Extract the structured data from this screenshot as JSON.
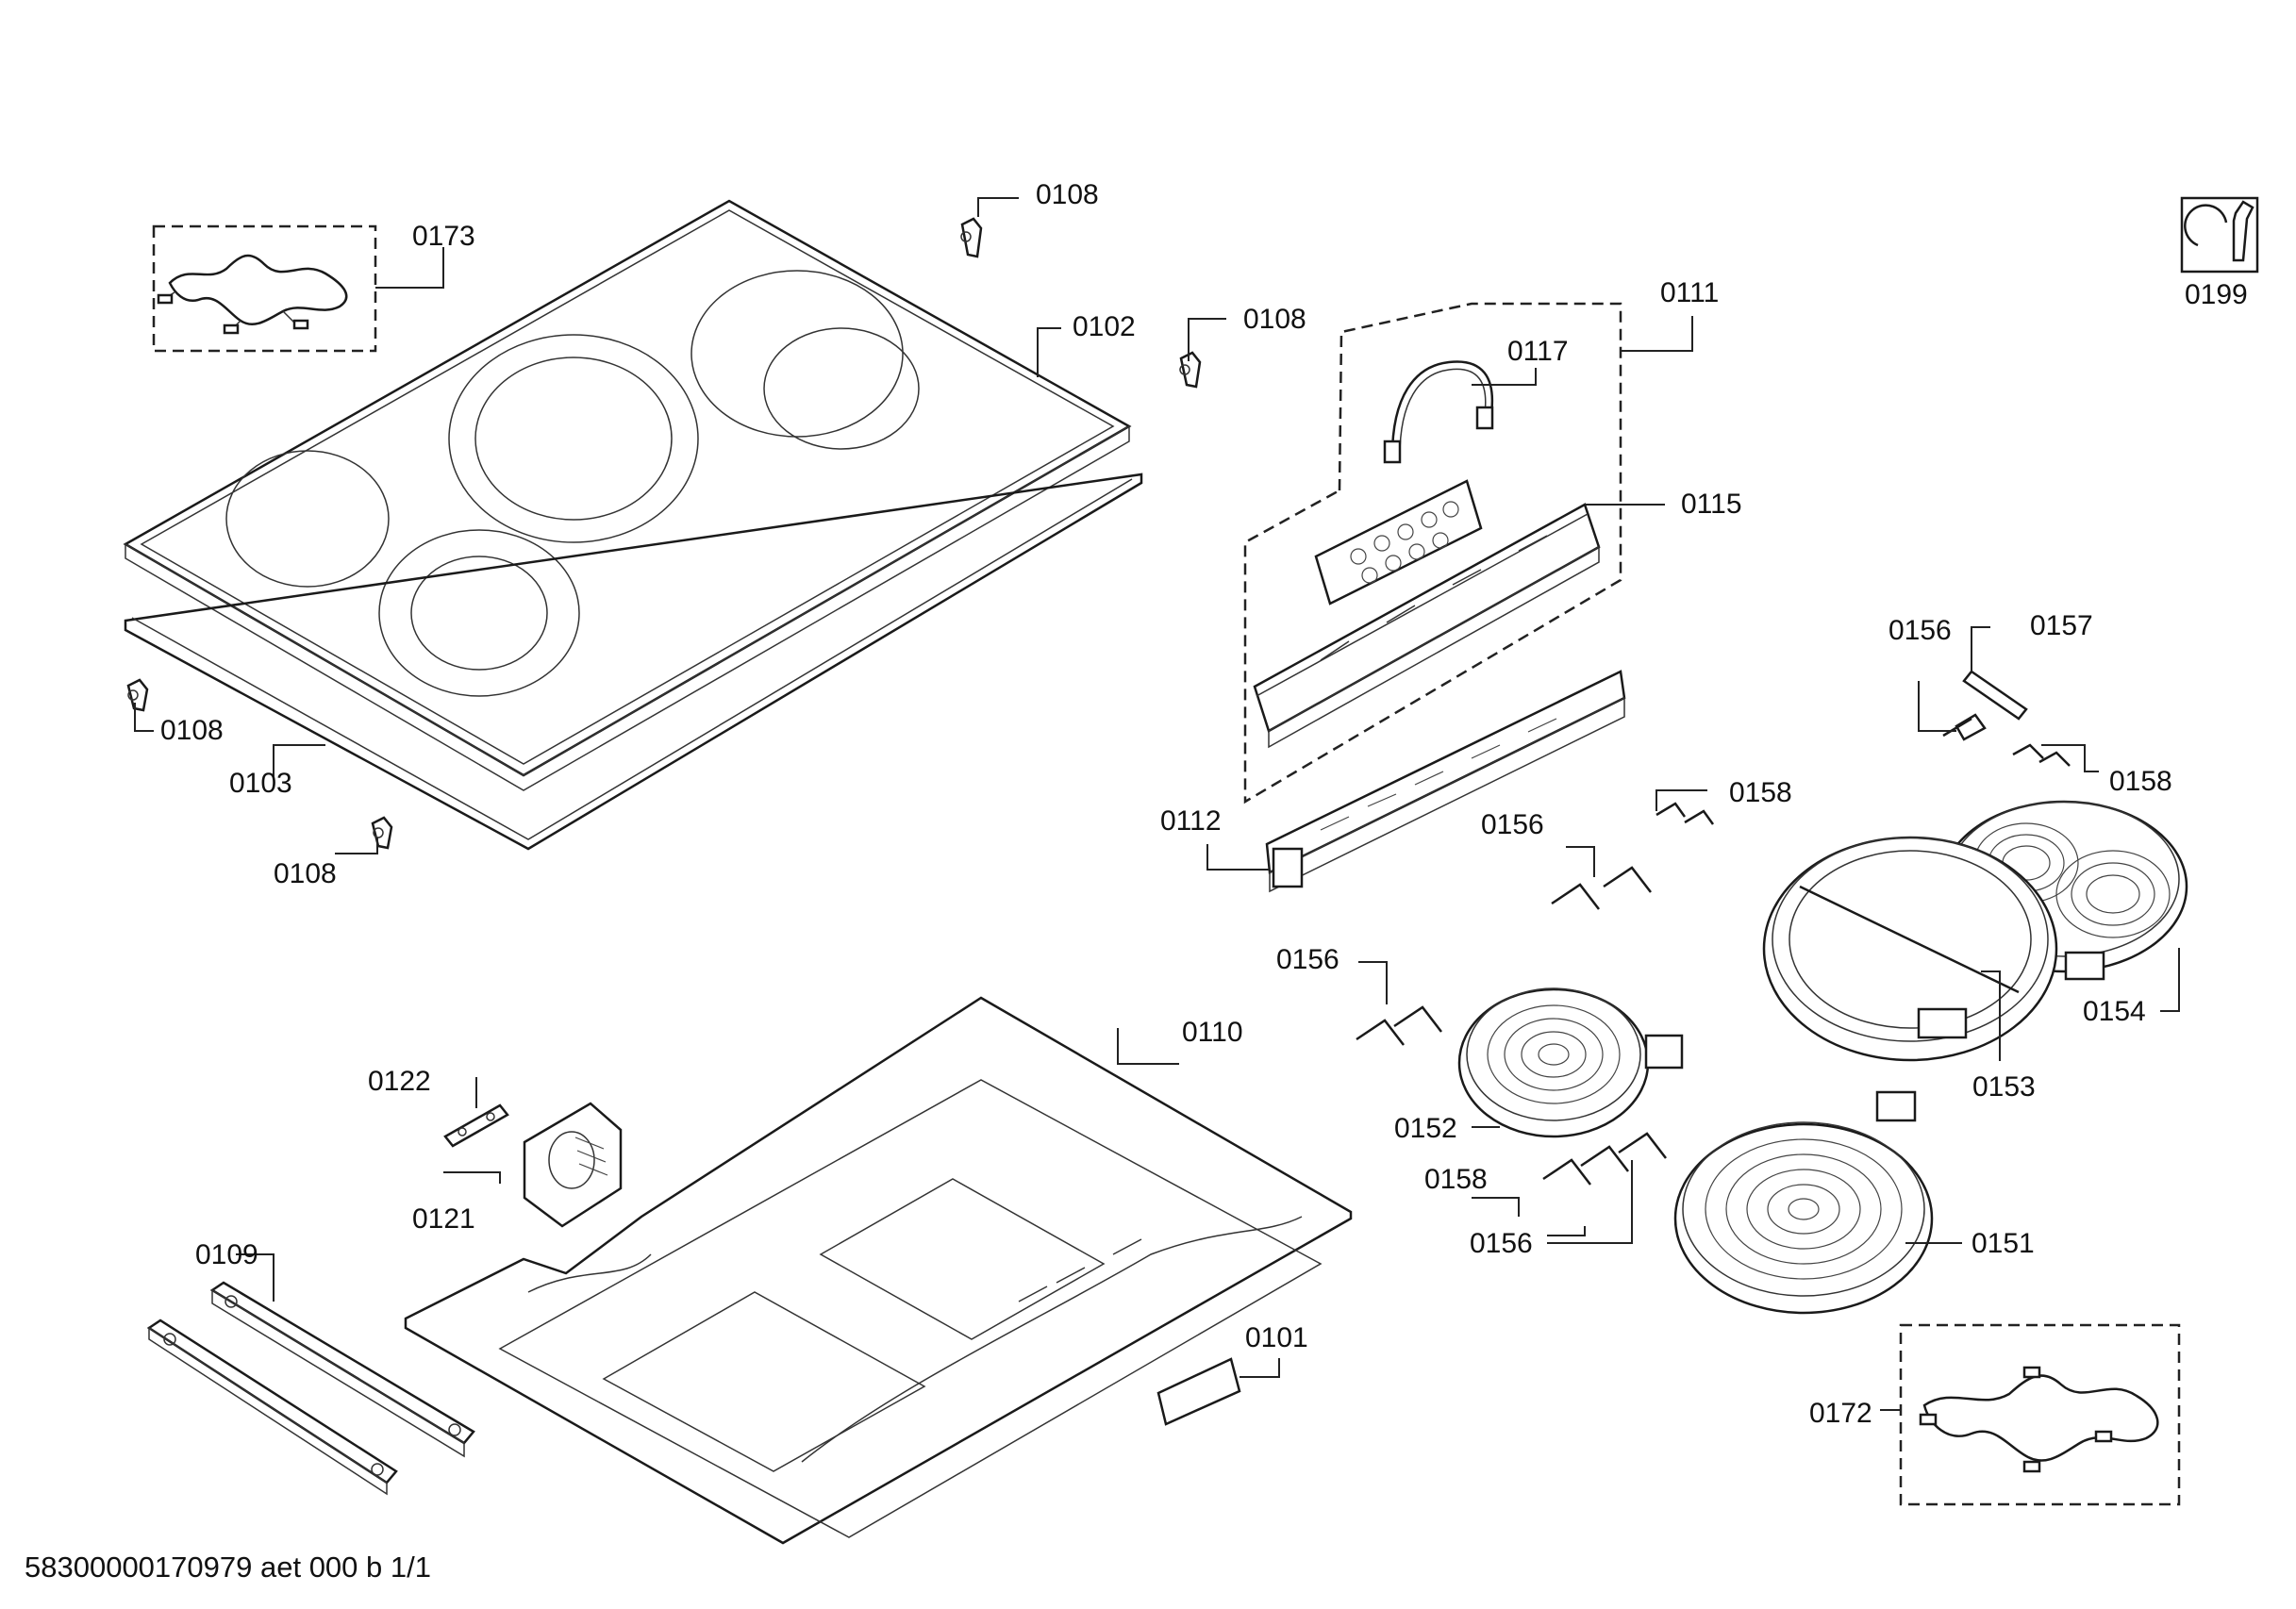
{
  "labels": {
    "p0173": "0173",
    "p0108_a": "0108",
    "p0108_b": "0108",
    "p0108_c": "0108",
    "p0108_d": "0108",
    "p0102": "0102",
    "p0103": "0103",
    "p0111": "0111",
    "p0117": "0117",
    "p0115": "0115",
    "p0112": "0112",
    "p0199": "0199",
    "p0156_a": "0156",
    "p0157": "0157",
    "p0158_a": "0158",
    "p0158_b": "0158",
    "p0156_b": "0156",
    "p0156_c": "0156",
    "p0154": "0154",
    "p0153": "0153",
    "p0152": "0152",
    "p0110": "0110",
    "p0122": "0122",
    "p0121": "0121",
    "p0158_c": "0158",
    "p0156_d": "0156",
    "p0151": "0151",
    "p0109": "0109",
    "p0101": "0101",
    "p0172": "0172"
  },
  "footer": "58300000170979 aet 000 b 1/1"
}
